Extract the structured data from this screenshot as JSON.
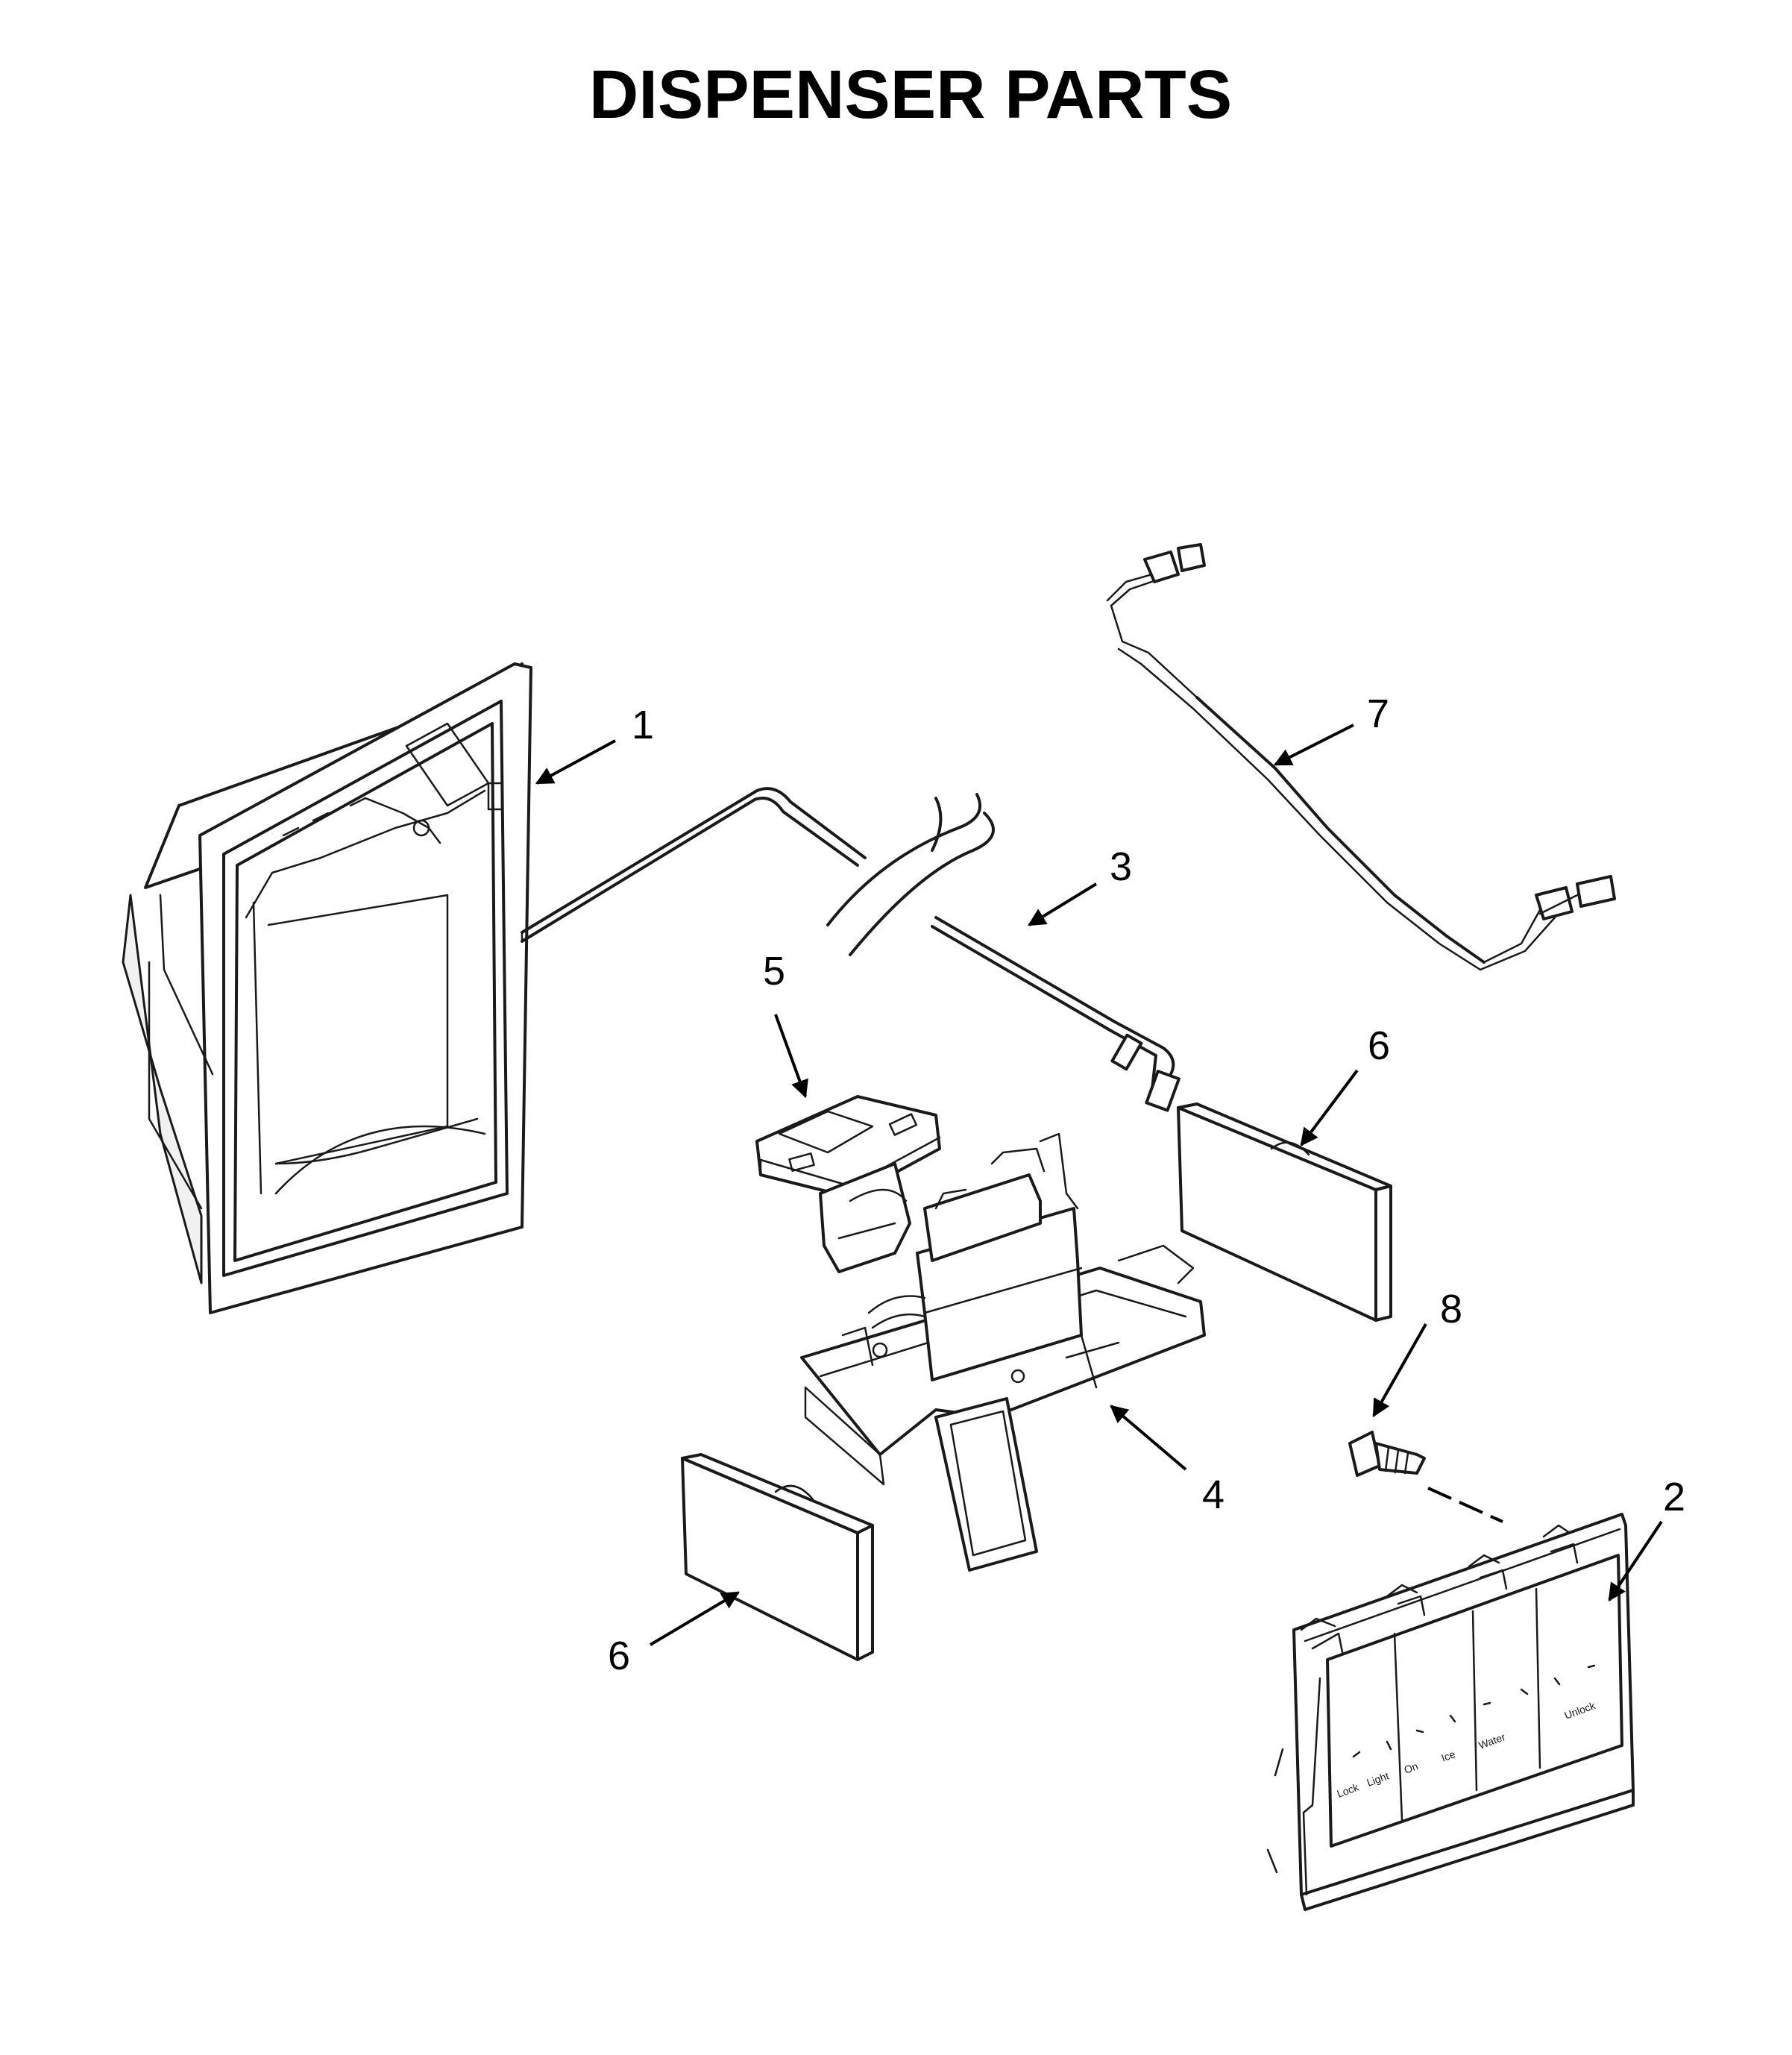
{
  "title": "DISPENSER PARTS",
  "callouts": [
    "1",
    "2",
    "3",
    "4",
    "5",
    "6",
    "6",
    "7",
    "8"
  ],
  "control_panel_labels": [
    "Lock",
    "Light",
    "On",
    "Ice",
    "Water",
    "Unlock"
  ]
}
